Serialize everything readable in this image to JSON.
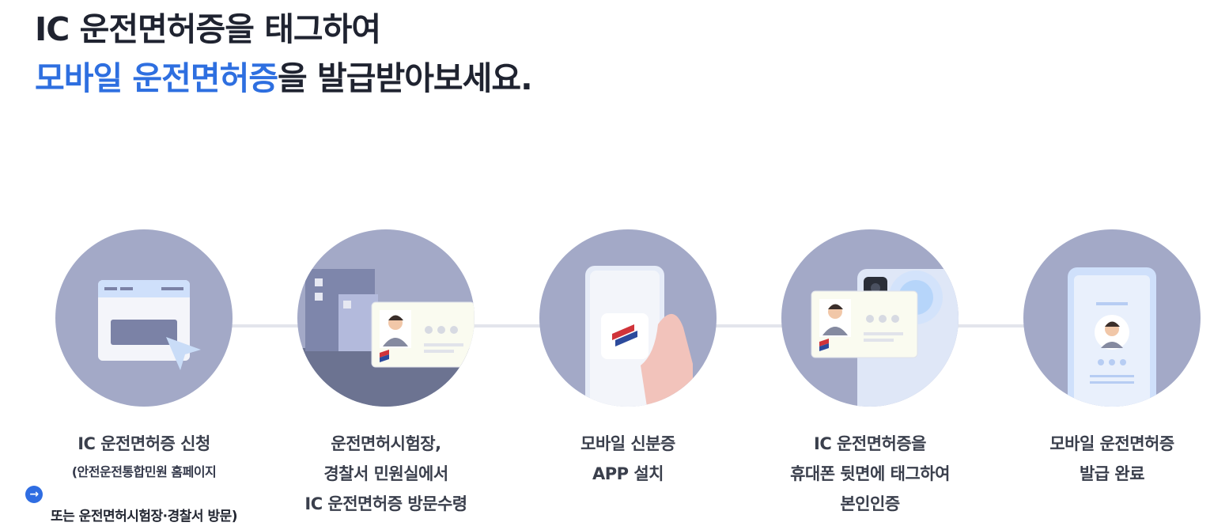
{
  "headline": {
    "line1": "IC 운전면허증을 태그하여",
    "line2_accent": "모바일 운전면허증",
    "line2_rest": "을 발급받아보세요."
  },
  "steps": [
    {
      "icon": "browser-window-icon",
      "label_lines": [
        "IC 운전면허증 신청"
      ],
      "sub_link": "(안전운전통합민원 홈페이지",
      "sub_link_arrow": "→",
      "sub_note": "또는 운전면허시험장·경찰서 방문)"
    },
    {
      "icon": "building-license-icon",
      "label_lines": [
        "운전면허시험장,",
        "경찰서 민원실에서",
        "IC 운전면허증 방문수령"
      ]
    },
    {
      "icon": "phone-app-icon",
      "label_lines": [
        "모바일 신분증",
        "APP 설치"
      ]
    },
    {
      "icon": "card-tag-phone-icon",
      "label_lines": [
        "IC 운전면허증을",
        "휴대폰 뒷면에 태그하여",
        "본인인증"
      ]
    },
    {
      "icon": "mobile-license-icon",
      "label_lines": [
        "모바일 운전면허증",
        "발급 완료"
      ]
    }
  ],
  "colors": {
    "accent": "#2e6fe0",
    "circle": "#a3a9c7",
    "text": "#1f2330",
    "arrow_button": "#2f6de2"
  }
}
